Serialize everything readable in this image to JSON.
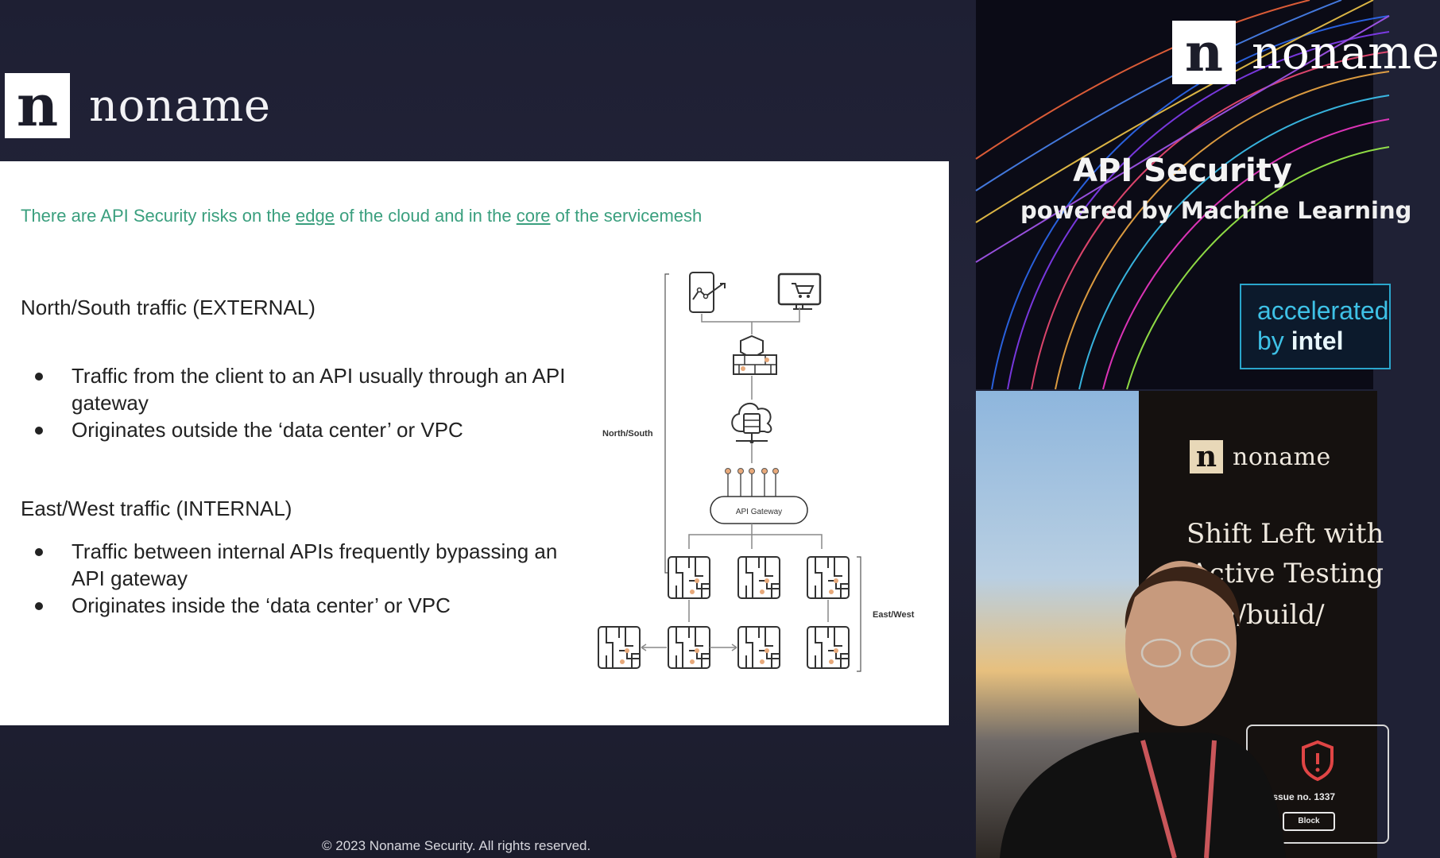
{
  "brand": {
    "logo_letter": "n",
    "name": "noname"
  },
  "slide": {
    "headline": {
      "part1": "There are API Security risks on the ",
      "edge": "edge",
      "part2": " of the cloud and in the ",
      "core": "core",
      "part3": " of the servicemesh"
    },
    "north_south": {
      "title": "North/South traffic (EXTERNAL)",
      "bullets": [
        "Traffic from the client to an API usually through an API gateway",
        "Originates outside the ‘data center’ or VPC"
      ]
    },
    "east_west": {
      "title": "East/West traffic (INTERNAL)",
      "bullets": [
        "Traffic between internal APIs frequently bypassing an API gateway",
        "Originates inside the ‘data center’ or VPC"
      ]
    },
    "diagram": {
      "north_south_label": "North/South",
      "east_west_label": "East/West",
      "gateway_label": "API Gateway"
    }
  },
  "footer": {
    "copyright": "© 2023 Noname Security. All rights reserved."
  },
  "sidebar_ad": {
    "logo_letter": "n",
    "brand": "noname",
    "title": "API Security",
    "subtitle": "powered by Machine Learning",
    "badge_line1": "accelerated",
    "badge_by": "by ",
    "badge_intel": "intel"
  },
  "camera": {
    "banner_logo_letter": "n",
    "banner_brand": "noname",
    "banner_lines": [
      "Shift Left with",
      "Active Testing",
      "//build/"
    ],
    "screen_issue": "Issue no. 1337",
    "screen_button": "Block"
  },
  "colors": {
    "headline_green": "#3a9f7e",
    "intel_blue": "#3ec1e6",
    "node_accent": "#e8a97a",
    "background": "#1f2135"
  }
}
